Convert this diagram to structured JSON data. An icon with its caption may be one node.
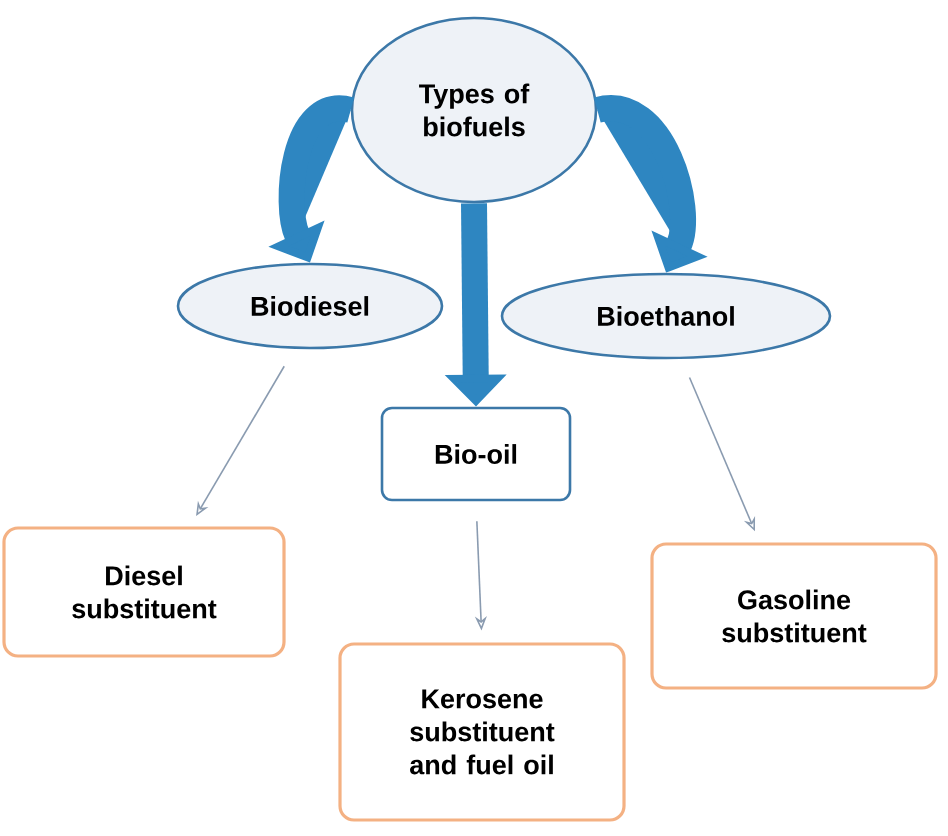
{
  "diagram": {
    "nodes": [
      {
        "text": [
          "Types of biofuels"
        ]
      },
      {
        "text": [
          "Biodiesel"
        ]
      },
      {
        "text": [
          "Bioethanol"
        ]
      },
      {
        "text": [
          "Bio-oil"
        ]
      },
      {
        "text": [
          "Diesel substituent"
        ]
      },
      {
        "text": [
          "Kerosene substituent and fuel oil"
        ]
      },
      {
        "text": [
          "Gasoline substituent"
        ]
      }
    ],
    "edges": [
      {
        "from": 0,
        "to": 1,
        "arrow": "to",
        "style": "thick",
        "color": "#2e86c1"
      },
      {
        "from": 0,
        "to": 2,
        "arrow": "to",
        "style": "thick",
        "color": "#2e86c1"
      },
      {
        "from": 0,
        "to": 3,
        "arrow": "to",
        "style": "thick",
        "color": "#2e86c1"
      },
      {
        "from": 1,
        "to": 4,
        "arrow": "to",
        "color": "#8a9bb0"
      },
      {
        "from": 3,
        "to": 5,
        "arrow": "to",
        "color": "#8a9bb0"
      },
      {
        "from": 2,
        "to": 6,
        "arrow": "to",
        "color": "#8a9bb0"
      }
    ]
  }
}
